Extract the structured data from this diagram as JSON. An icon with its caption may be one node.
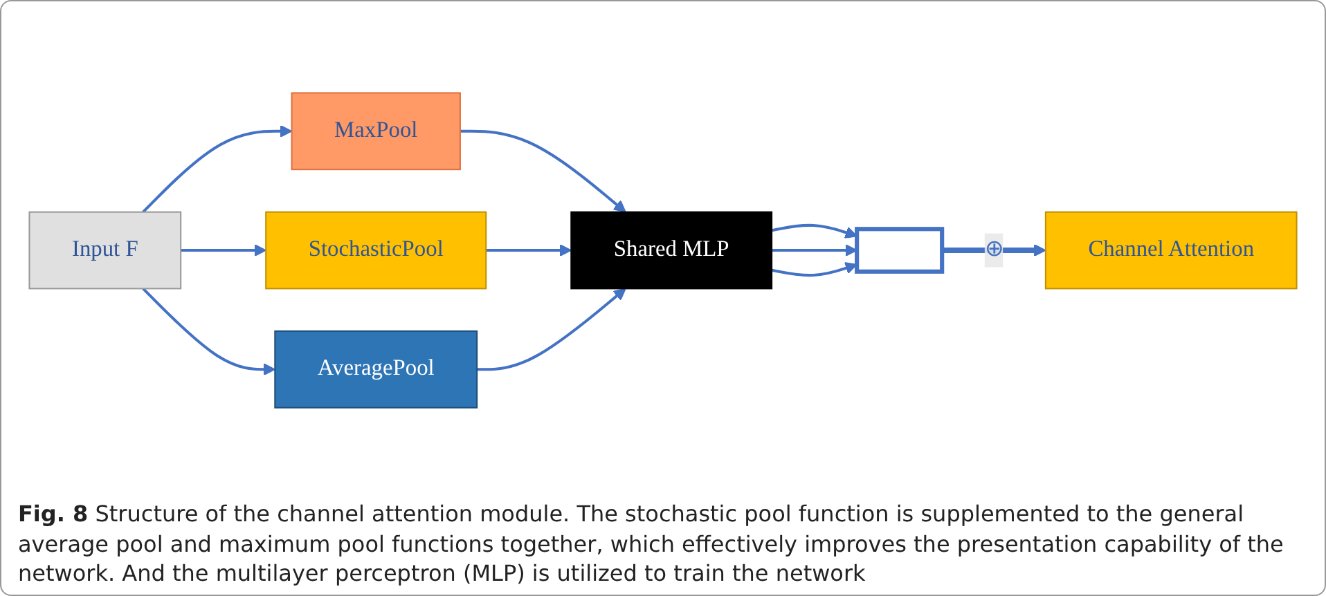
{
  "diagram": {
    "caption": "**Fig. 8** Structure of the channel attention module. The stochastic pool function is supplemented to the general average pool and maximum pool functions together, which effectively improves the presentation capability of the network. And the multilayer perceptron (MLP) is utilized to train the network",
    "nodes": [
      {
        "text": [
          "Input F"
        ]
      },
      {
        "text": [
          "MaxPool"
        ]
      },
      {
        "text": [
          "StochasticPool"
        ]
      },
      {
        "text": [
          "AveragePool"
        ]
      },
      {
        "text": [
          "Shared MLP"
        ]
      },
      {
        "text": [],
        "shape": "bracket"
      },
      {
        "text": [
          "Channel Attention"
        ]
      }
    ],
    "edges": [
      {
        "from": 0,
        "to": 1,
        "arrow": "to"
      },
      {
        "from": 0,
        "to": 2,
        "arrow": "to"
      },
      {
        "from": 0,
        "to": 3,
        "arrow": "to"
      },
      {
        "from": 1,
        "to": 4,
        "arrow": "to"
      },
      {
        "from": 2,
        "to": 4,
        "arrow": "to"
      },
      {
        "from": 3,
        "to": 4,
        "arrow": "to"
      },
      {
        "from": 4,
        "to": 5,
        "arrow": "to"
      },
      {
        "from": 4,
        "to": 5,
        "arrow": "to"
      },
      {
        "from": 4,
        "to": 5,
        "arrow": "to"
      },
      {
        "from": 5,
        "to": 6,
        "arrow": "to",
        "label": "⊕",
        "style": "thick"
      }
    ]
  }
}
